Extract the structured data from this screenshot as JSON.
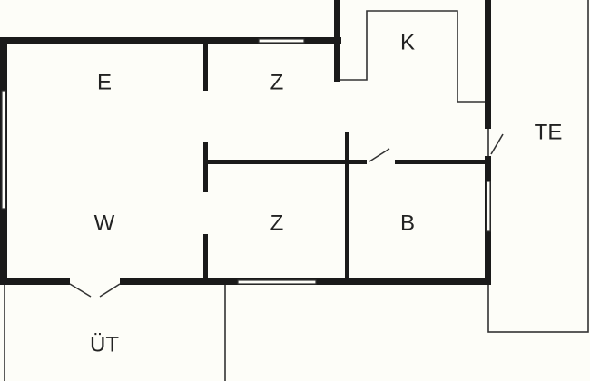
{
  "rooms": {
    "e": "E",
    "z_top": "Z",
    "k": "K",
    "te": "TE",
    "w": "W",
    "z_bottom": "Z",
    "b": "B",
    "ut": "ÜT"
  },
  "colors": {
    "wall": "#1a1a1a",
    "background": "#fdfdf8"
  }
}
